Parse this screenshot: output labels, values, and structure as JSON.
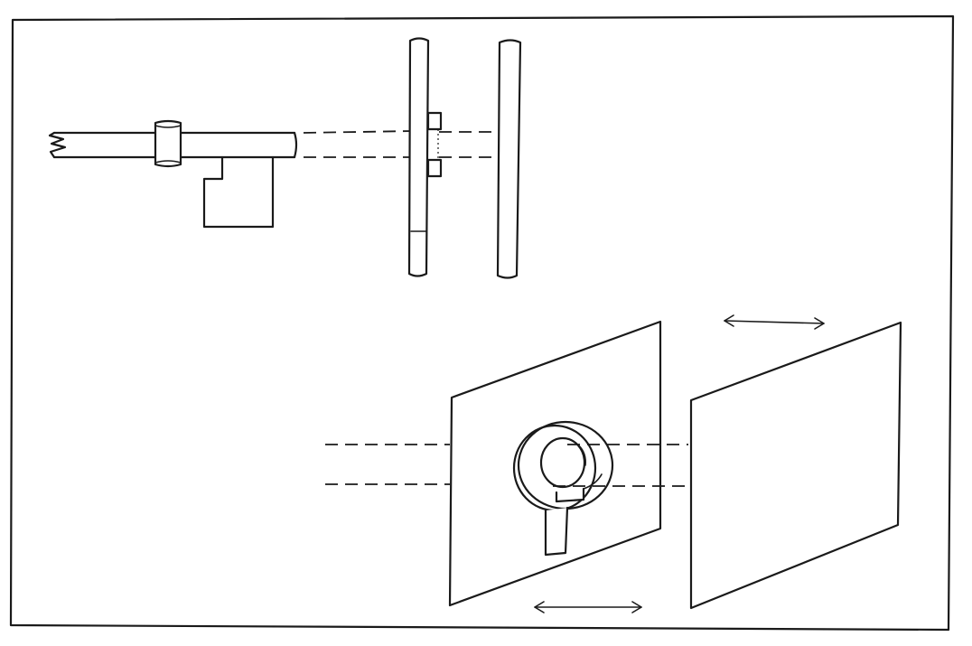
{
  "diagram": {
    "description_text": "",
    "colors": {
      "ink": "#1a1a1a",
      "paper": "#ffffff"
    },
    "figures": [
      {
        "id": "side-view",
        "elements": [
          "laser-rod",
          "mount-clamp",
          "aperture-plate-side",
          "screen-side"
        ]
      },
      {
        "id": "perspective-view",
        "elements": [
          "aperture-plate",
          "ring-aperture",
          "screen-plate",
          "beam-lines",
          "movement-arrows"
        ]
      }
    ],
    "icons": [
      "double-arrow-icon",
      "double-arrow-icon"
    ]
  }
}
